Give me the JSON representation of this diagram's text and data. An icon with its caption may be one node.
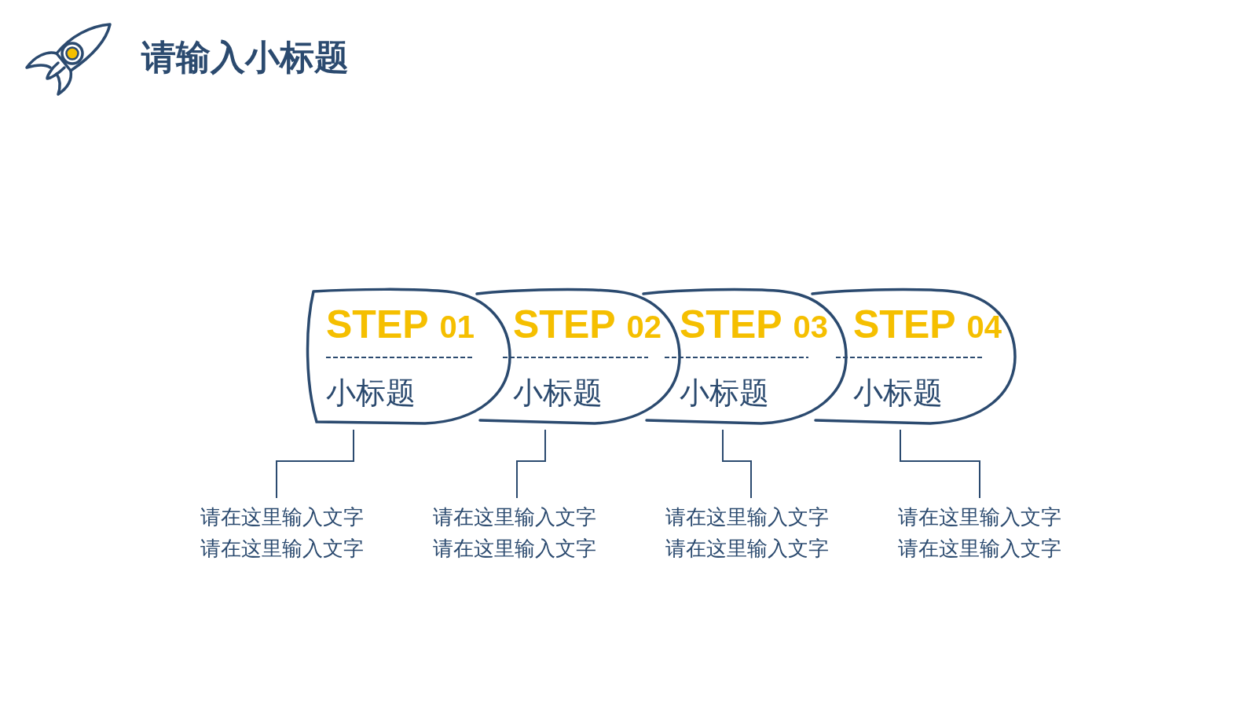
{
  "diagram": {
    "title": "请输入小标题",
    "nodes": [
      {
        "text": [
          "STEP",
          "01",
          "小标题"
        ]
      },
      {
        "text": [
          "STEP",
          "02",
          "小标题"
        ]
      },
      {
        "text": [
          "STEP",
          "03",
          "小标题"
        ]
      },
      {
        "text": [
          "STEP",
          "04",
          "小标题"
        ]
      },
      {
        "text": [
          "请在这里输入文字请在这里输入文字"
        ]
      },
      {
        "text": [
          "请在这里输入文字请在这里输入文字"
        ]
      },
      {
        "text": [
          "请在这里输入文字请在这里输入文字"
        ]
      },
      {
        "text": [
          "请在这里输入文字请在这里输入文字"
        ]
      }
    ],
    "edges": [
      {
        "from": 0,
        "to": 4,
        "arrow": "none"
      },
      {
        "from": 1,
        "to": 5,
        "arrow": "none"
      },
      {
        "from": 2,
        "to": 6,
        "arrow": "none"
      },
      {
        "from": 3,
        "to": 7,
        "arrow": "none"
      }
    ]
  }
}
